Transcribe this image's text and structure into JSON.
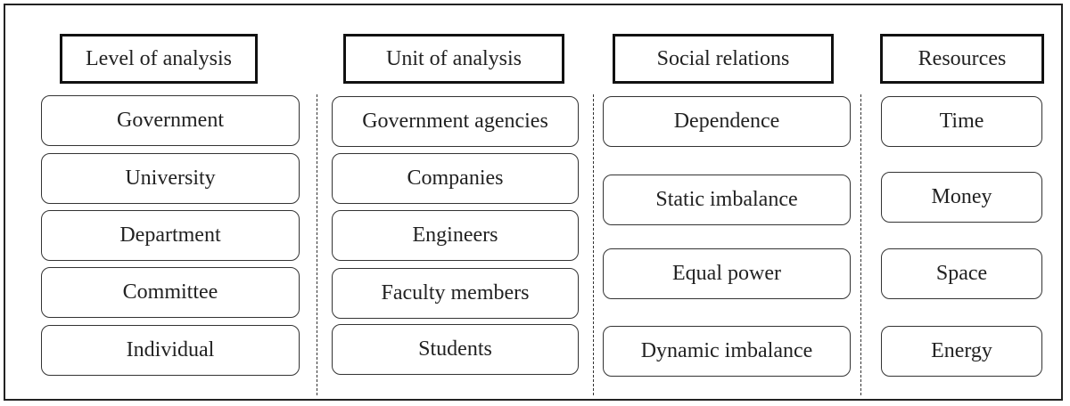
{
  "columns": [
    {
      "header": "Level of analysis",
      "items": [
        "Government",
        "University",
        "Department",
        "Committee",
        "Individual"
      ]
    },
    {
      "header": "Unit of analysis",
      "items": [
        "Government agencies",
        "Companies",
        "Engineers",
        "Faculty members",
        "Students"
      ]
    },
    {
      "header": "Social relations",
      "items": [
        "Dependence",
        "Static imbalance",
        "Equal power",
        "Dynamic imbalance"
      ]
    },
    {
      "header": "Resources",
      "items": [
        "Time",
        "Money",
        "Space",
        "Energy"
      ]
    }
  ]
}
